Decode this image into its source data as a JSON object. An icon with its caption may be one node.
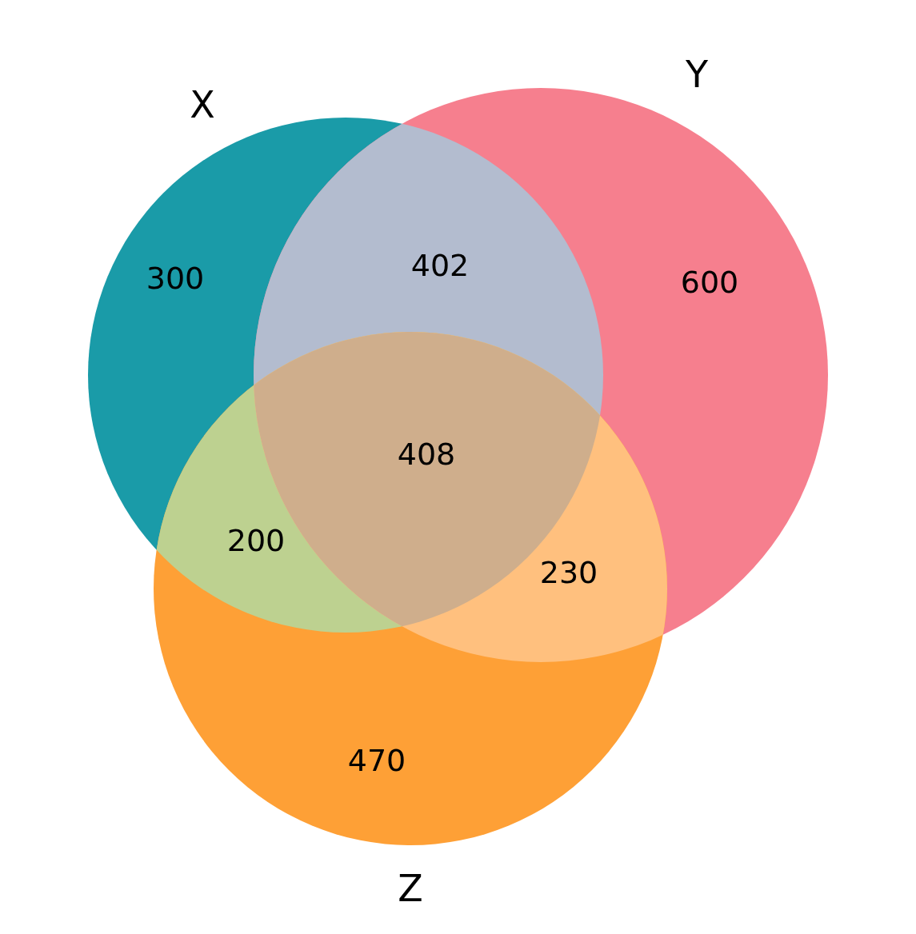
{
  "diagram": {
    "nodes": [
      {
        "text": [
          "X",
          "300"
        ]
      },
      {
        "text": [
          "Y",
          "600"
        ]
      },
      {
        "text": [
          "470",
          "Z"
        ]
      }
    ],
    "labels": [
      "402",
      "408",
      "200",
      "230"
    ]
  }
}
